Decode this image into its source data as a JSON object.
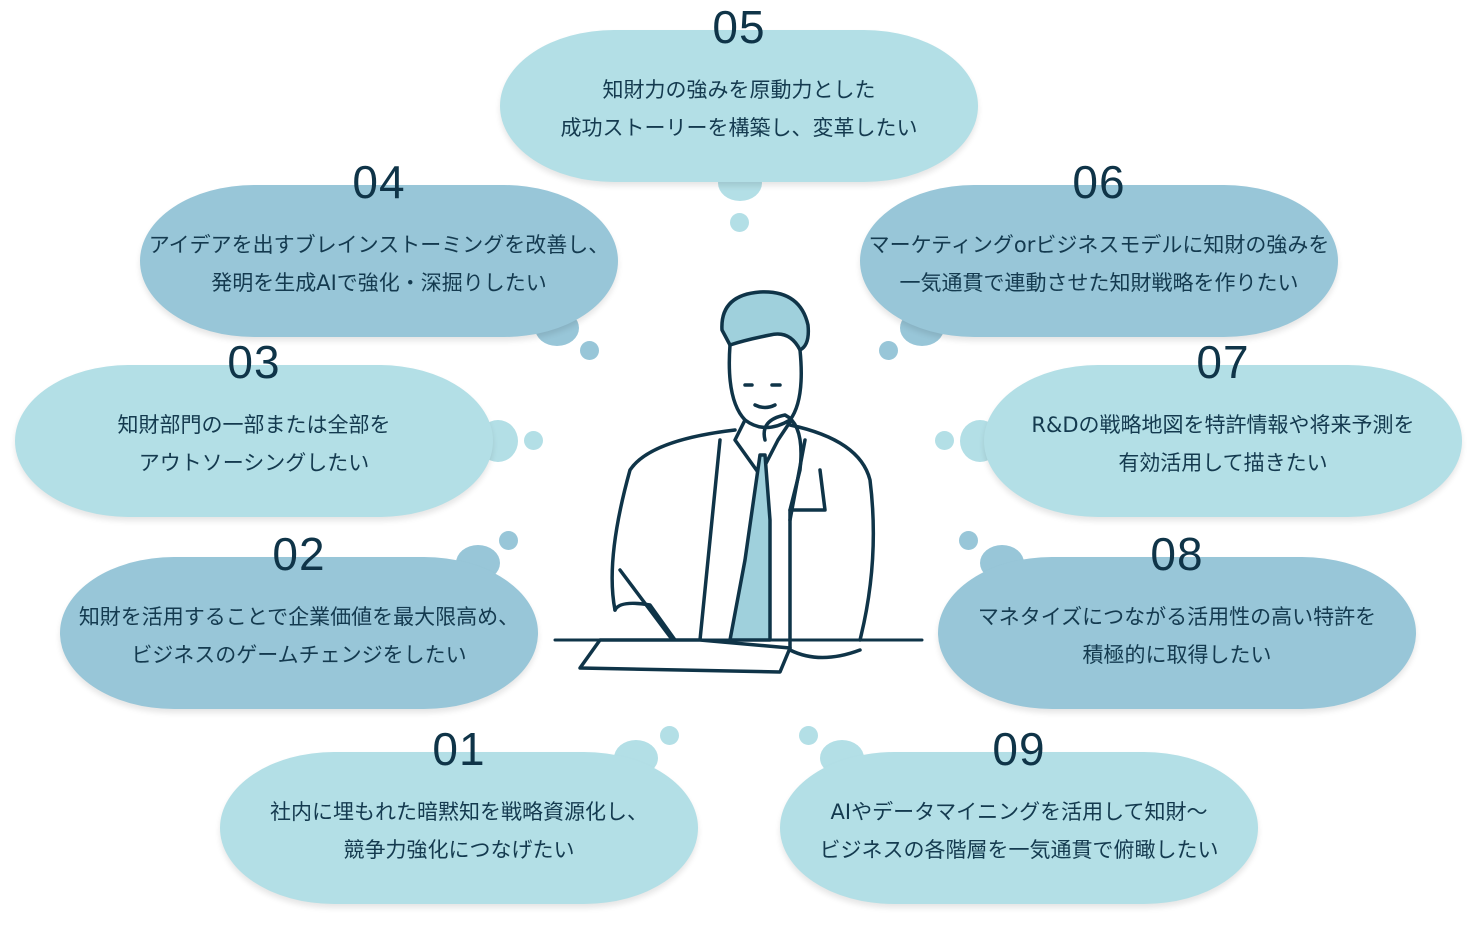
{
  "items": [
    {
      "number": "01",
      "lines": [
        "社内に埋もれた暗黙知を戦略資源化し、",
        "競争力強化につなげたい"
      ]
    },
    {
      "number": "02",
      "lines": [
        "知財を活用することで企業価値を最大限高め、",
        "ビジネスのゲームチェンジをしたい"
      ]
    },
    {
      "number": "03",
      "lines": [
        "知財部門の一部または全部を",
        "アウトソーシングしたい"
      ]
    },
    {
      "number": "04",
      "lines": [
        "アイデアを出すブレインストーミングを改善し、",
        "発明を生成AIで強化・深掘りしたい"
      ]
    },
    {
      "number": "05",
      "lines": [
        "知財力の強みを原動力とした",
        "成功ストーリーを構築し、変革したい"
      ]
    },
    {
      "number": "06",
      "lines": [
        "マーケティングorビジネスモデルに知財の強みを",
        "一気通貫で連動させた知財戦略を作りたい"
      ]
    },
    {
      "number": "07",
      "lines": [
        "R&Dの戦略地図を特許情報や将来予測を",
        "有効活用して描きたい"
      ]
    },
    {
      "number": "08",
      "lines": [
        "マネタイズにつながる活用性の高い特許を",
        "積極的に取得したい"
      ]
    },
    {
      "number": "09",
      "lines": [
        "AIやデータマイニングを活用して知財～",
        "ビジネスの各階層を一気通貫で俯瞰したい"
      ]
    }
  ],
  "colors": {
    "light": "#b3dfe6",
    "dark": "#98c6d8",
    "text": "#143a4f"
  }
}
